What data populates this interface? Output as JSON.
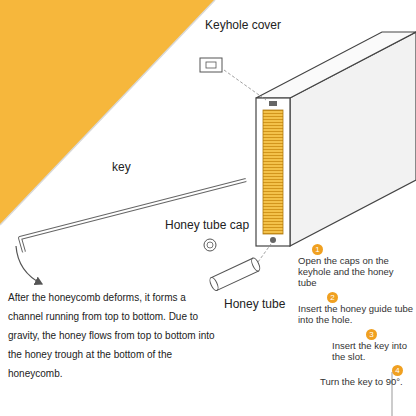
{
  "diagram": {
    "nodes": [
      {
        "text": [
          "1"
        ]
      },
      {
        "text": [
          "2"
        ]
      },
      {
        "text": [
          "3"
        ]
      },
      {
        "text": [
          "4"
        ]
      }
    ],
    "labels": [
      "Keyhole cover",
      "key",
      "Honey tube cap",
      "Honey tube",
      "Open the caps on the keyhole and the honey tube",
      "Insert the honey guide tube into the hole.",
      "Insert the key into the slot.",
      "Turn the key to 90°.",
      "After the honeycomb deforms, it forms a channel running from top to bottom. Due to gravity, the honey flows from top to bottom into the honey trough at the bottom of the honeycomb."
    ]
  }
}
